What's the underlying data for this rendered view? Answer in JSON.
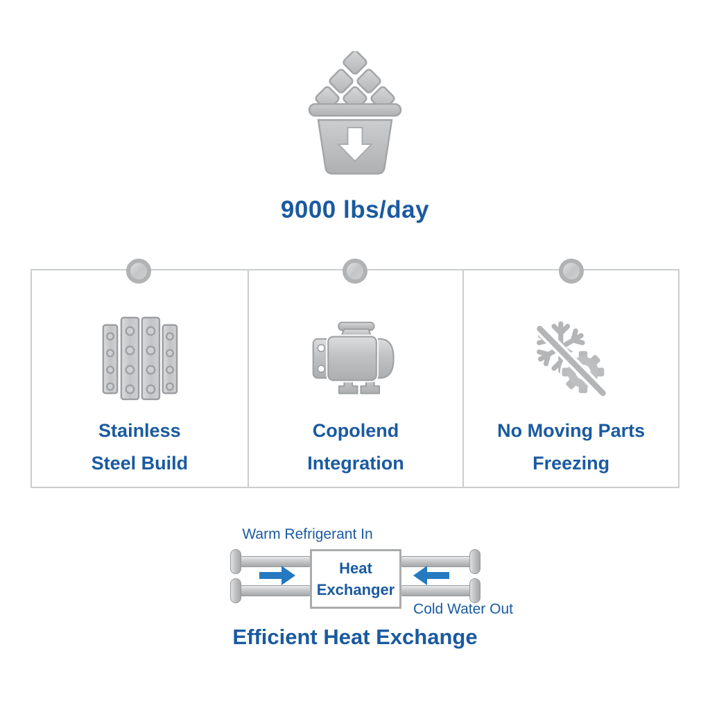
{
  "colors": {
    "text_blue": "#1a5aa0",
    "arrow_blue": "#2579c0",
    "icon_gray_fill": "#c3c5c7",
    "icon_gray_stroke": "#9ea0a2",
    "card_border": "#cbcdcf"
  },
  "capacity": {
    "icon": "ice-bin-icon",
    "label": "9000 lbs/day"
  },
  "features": [
    {
      "icon": "stainless-plates-icon",
      "title_line1": "Stainless",
      "title_line2": "Steel Build"
    },
    {
      "icon": "motor-icon",
      "title_line1": "Copolend",
      "title_line2": "Integration"
    },
    {
      "icon": "no-moving-parts-icon",
      "title_line1": "No Moving Parts",
      "title_line2": "Freezing"
    }
  ],
  "heat_exchange": {
    "inlet_label": "Warm Refrigerant In",
    "box_line1": "Heat",
    "box_line2": "Exchanger",
    "outlet_label": "Cold Water Out",
    "caption": "Efficient Heat Exchange"
  }
}
